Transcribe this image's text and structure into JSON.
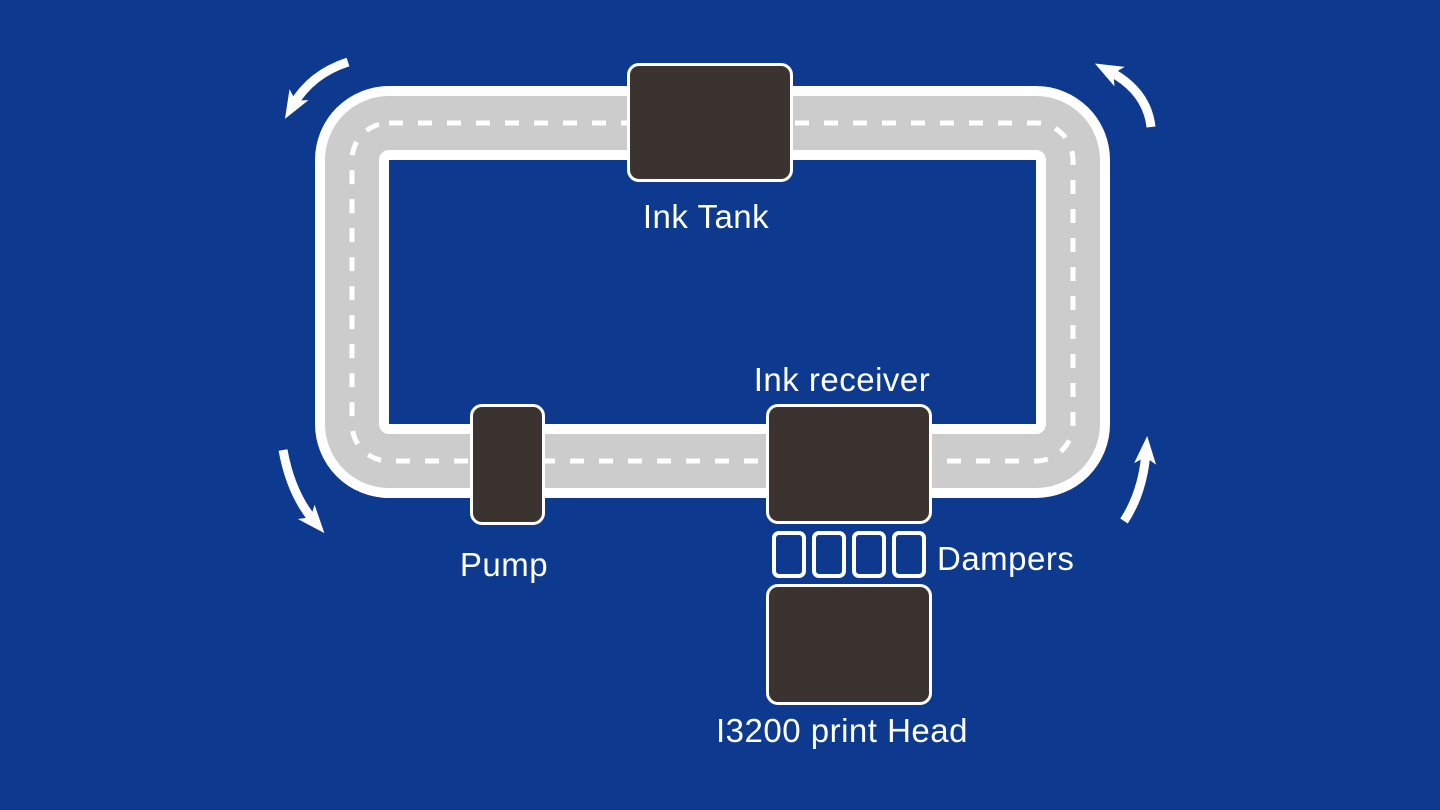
{
  "diagram": {
    "type": "ink-circulation-system",
    "labels": {
      "ink_tank": "Ink Tank",
      "pump": "Pump",
      "ink_receiver": "Ink receiver",
      "dampers": "Dampers",
      "print_head": "I3200 print Head"
    },
    "damper_count": 4,
    "flow_direction": "counterclockwise",
    "flow_arrows": [
      "top-left",
      "top-right",
      "bottom-left",
      "bottom-right"
    ],
    "colors": {
      "background": "#0d3a8e",
      "road_surface": "#cccccc",
      "road_border": "#ffffff",
      "dashed_centerline": "#ffffff",
      "component_fill": "#3a332f",
      "component_border": "#ffffff",
      "label_text": "#ffffff"
    }
  }
}
